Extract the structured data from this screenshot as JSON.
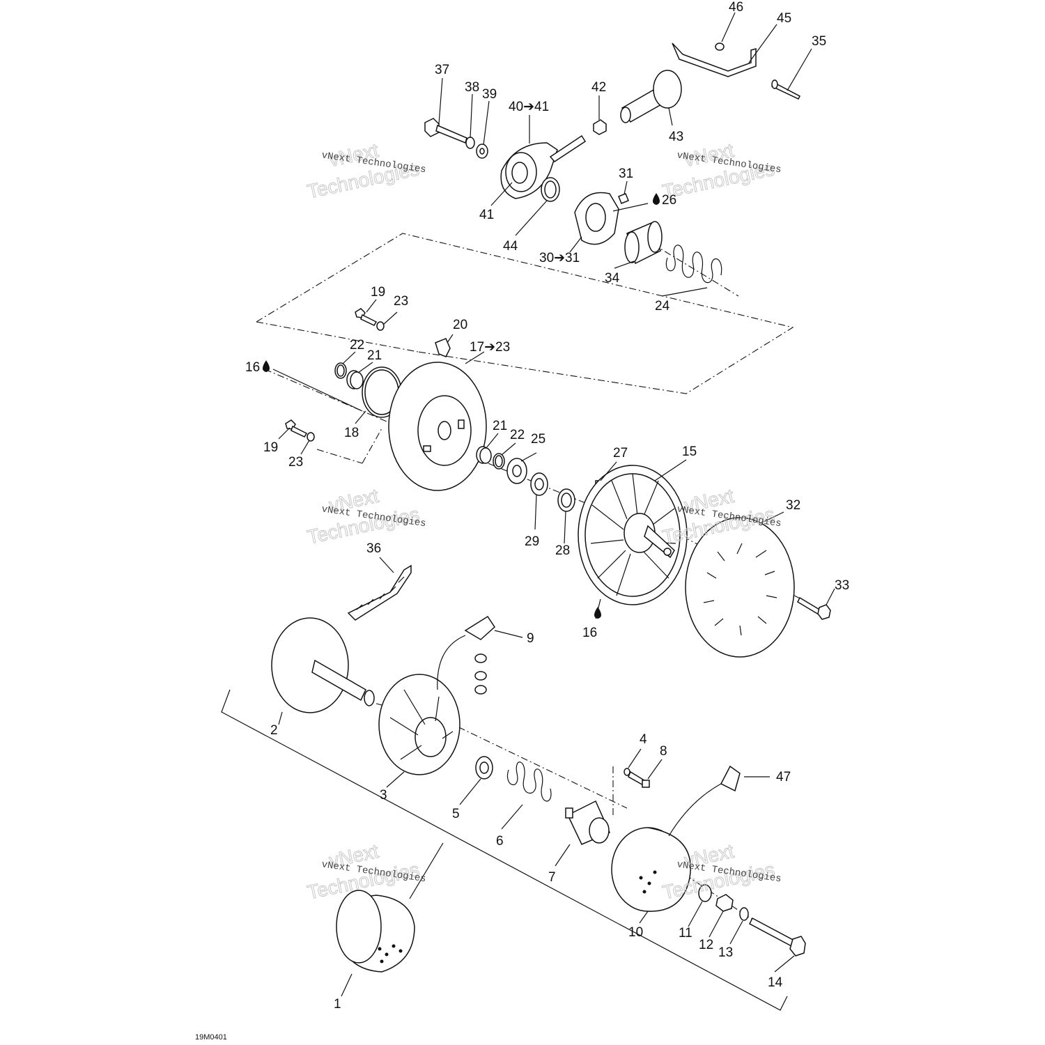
{
  "diagram": {
    "code": "19M0401",
    "watermark": {
      "line": "vNext Technologies",
      "big1": "vNext",
      "big2": "Technologies"
    },
    "callouts": {
      "c46": "46",
      "c45": "45",
      "c35": "35",
      "c37": "37",
      "c38": "38",
      "c39": "39",
      "c40_41": "40➔41",
      "c42": "42",
      "c43": "43",
      "c31": "31",
      "c26": "26",
      "c41": "41",
      "c44": "44",
      "c30_31": "30➔31",
      "c34": "34",
      "c24": "24",
      "c19a": "19",
      "c23a": "23",
      "c20": "20",
      "c17_23": "17➔23",
      "c22a": "22",
      "c21a": "21",
      "c16a": "16",
      "c18": "18",
      "c19b": "19",
      "c23b": "23",
      "c21b": "21",
      "c22b": "22",
      "c25": "25",
      "c27": "27",
      "c15": "15",
      "c32": "32",
      "c29": "29",
      "c28": "28",
      "c36": "36",
      "c33": "33",
      "c16b": "16",
      "c9": "9",
      "c2": "2",
      "c3": "3",
      "c4": "4",
      "c8": "8",
      "c47": "47",
      "c5": "5",
      "c6": "6",
      "c7": "7",
      "c10": "10",
      "c11": "11",
      "c12": "12",
      "c13": "13",
      "c14": "14",
      "c1": "1"
    }
  }
}
